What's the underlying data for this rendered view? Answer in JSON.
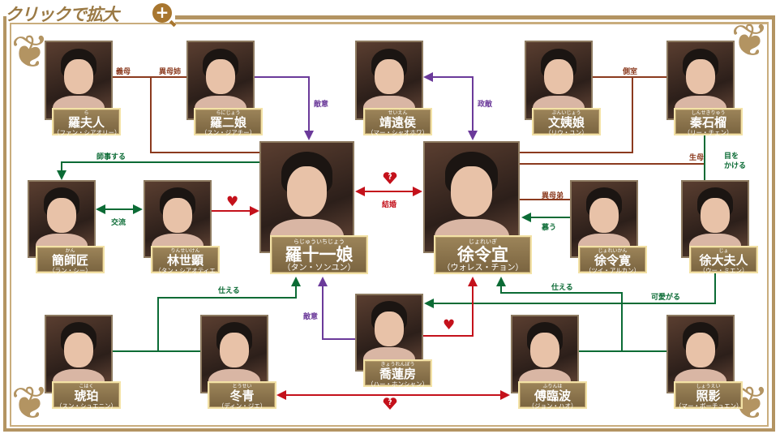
{
  "header": {
    "title": "クリックで拡大",
    "zoom_icon": "plus-magnifier-icon"
  },
  "colors": {
    "kin": "#8b3a1e",
    "enemy": "#6b3a9a",
    "serve": "#0b6b35",
    "love": "#c4111b",
    "gold": "#b39462"
  },
  "characters": [
    {
      "id": "ra-fujin",
      "reading": "ら",
      "name": "羅夫人",
      "actor": "（ファン・シアオリー）"
    },
    {
      "id": "ra-nijou",
      "reading": "らにじょう",
      "name": "羅二娘",
      "actor": "（スン・ジアチー）"
    },
    {
      "id": "seienkou",
      "reading": "せいえん",
      "name": "靖遠侯",
      "actor": "（マー・シャオホワ）"
    },
    {
      "id": "bun-ijou",
      "reading": "ぶんいじょう",
      "name": "文姨娘",
      "actor": "（リウ・ユン）"
    },
    {
      "id": "shin-sekiryu",
      "reading": "しんせきりゅう",
      "name": "秦石榴",
      "actor": "（リー・チェン）"
    },
    {
      "id": "ra-juichijou",
      "reading": "らじゅういちじょう",
      "name": "羅十一娘",
      "actor": "（タン・ソンユン）"
    },
    {
      "id": "jo-reigi",
      "reading": "じょれいぎ",
      "name": "徐令宜",
      "actor": "（ウォレス・チョン）"
    },
    {
      "id": "kan-shishou",
      "reading": "かん",
      "name": "簡師匠",
      "actor": "（ラン・シー）"
    },
    {
      "id": "rin-seiken",
      "reading": "りんせいけん",
      "name": "林世顕",
      "actor": "（タン・シアオティエン）"
    },
    {
      "id": "jo-reikan",
      "reading": "じょれいかん",
      "name": "徐令寛",
      "actor": "（ツイ・アルカン）"
    },
    {
      "id": "jo-daifujin",
      "reading": "じょ",
      "name": "徐大夫人",
      "actor": "（ウー・ミエン）"
    },
    {
      "id": "kyou-renbou",
      "reading": "きょうれんぼう",
      "name": "喬蓮房",
      "actor": "（ハー・ホンシャン）"
    },
    {
      "id": "kohaku",
      "reading": "こはく",
      "name": "琥珀",
      "actor": "（スン・シュエニン）"
    },
    {
      "id": "tousei",
      "reading": "とうせい",
      "name": "冬青",
      "actor": "（ディン・ジエ）"
    },
    {
      "id": "fu-rinpa",
      "reading": "ふりんは",
      "name": "傅臨波",
      "actor": "（ジョン・ハオ）"
    },
    {
      "id": "shouei",
      "reading": "しょうえい",
      "name": "照影",
      "actor": "（マー・ボーチュエン）"
    }
  ],
  "relations": {
    "gibo": "義母",
    "iboshi": "異母姉",
    "tekii1": "敵意",
    "seiteki": "政敵",
    "sokushitsu": "側室",
    "shiji": "師事する",
    "kouryu": "交流",
    "kekkon": "結婚",
    "ibotei": "異母弟",
    "shitau": "慕う",
    "seibo": "生母",
    "mewokakeru": "目を\nかける",
    "tsukaeru1": "仕える",
    "tsukaeru2": "仕える",
    "kawaigaru": "可愛がる",
    "tekii2": "敵意",
    "unknown_mark": "?"
  }
}
